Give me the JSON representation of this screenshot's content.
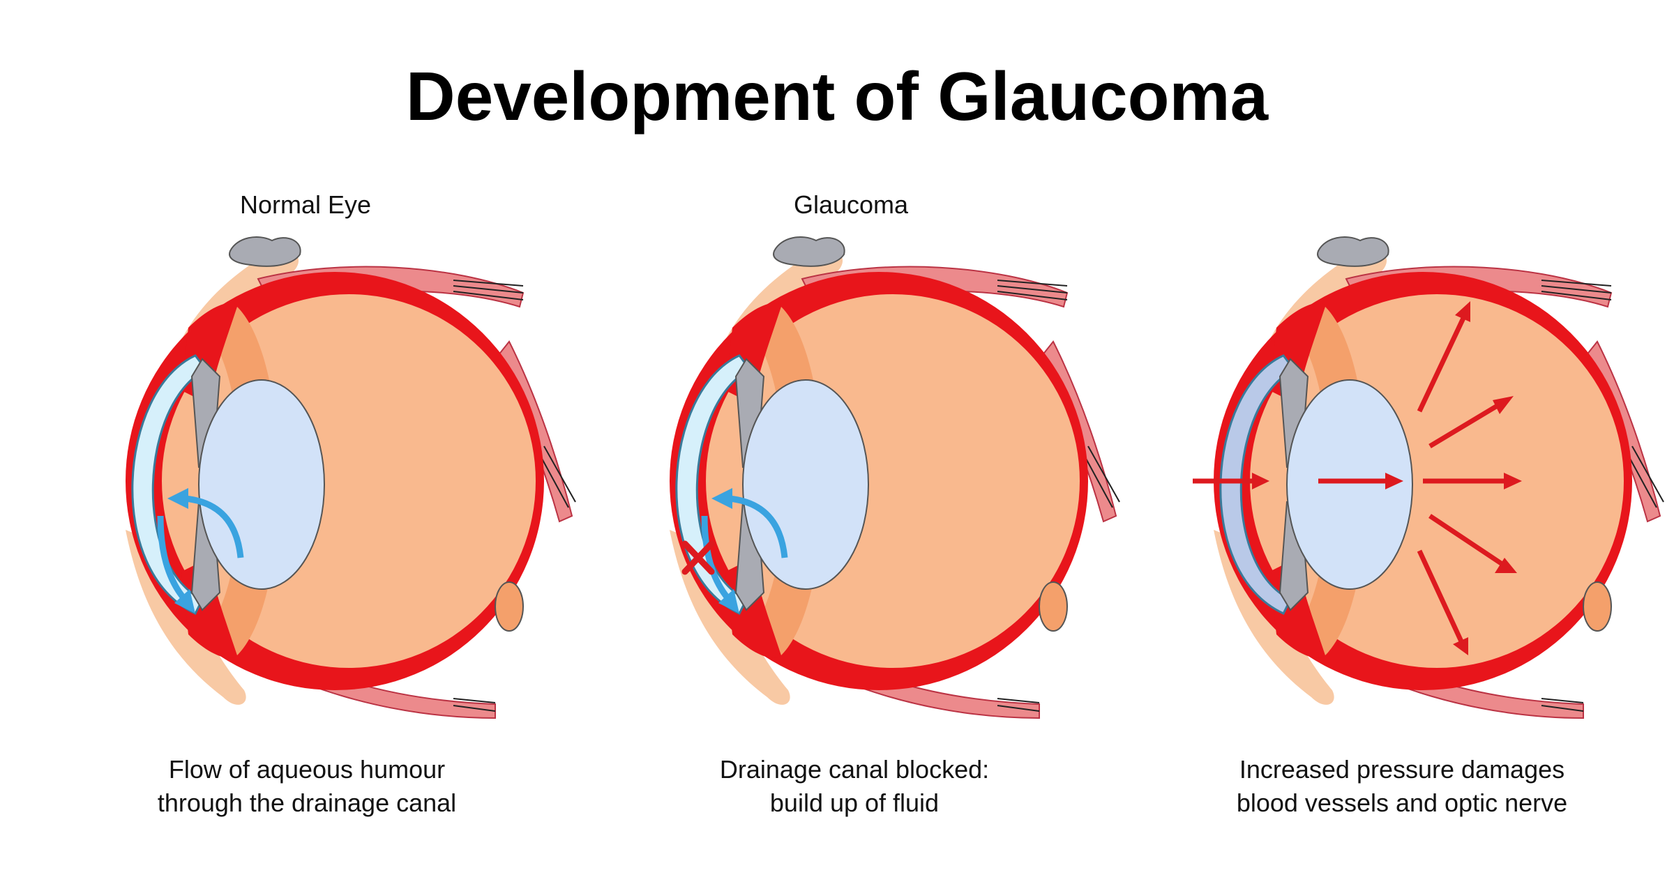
{
  "title": "Development of Glaucoma",
  "panels": [
    {
      "label": "Normal Eye",
      "caption_lines": [
        "Flow of aqueous humour",
        "through the drainage canal"
      ]
    },
    {
      "label": "Glaucoma",
      "caption_lines": [
        "Drainage canal blocked:",
        "build up of fluid"
      ]
    },
    {
      "label": "",
      "caption_lines": [
        "Increased pressure damages",
        "blood vessels and optic nerve"
      ]
    }
  ],
  "colors": {
    "sclera_red": "#e8151b",
    "choroid_dark_red": "#c4141a",
    "vitreous_orange": "#f9b98e",
    "ciliary_orange": "#f4a06b",
    "muscle_pink": "#ec8a8c",
    "skin_peach": "#f8c9a4",
    "cornea_light_blue": "#d6f0fb",
    "anterior_blue_pressure": "#b9c9e8",
    "lens_blue": "#d2e2f8",
    "iris_gray": "#a9abb3",
    "flow_arrow_blue": "#3aa3e0",
    "pressure_arrow_red": "#dd1a1f",
    "block_mark_red": "#dd1a1f"
  },
  "icons": [
    "flow-arrow-icon",
    "blocked-x-icon",
    "pressure-arrow-icon"
  ]
}
